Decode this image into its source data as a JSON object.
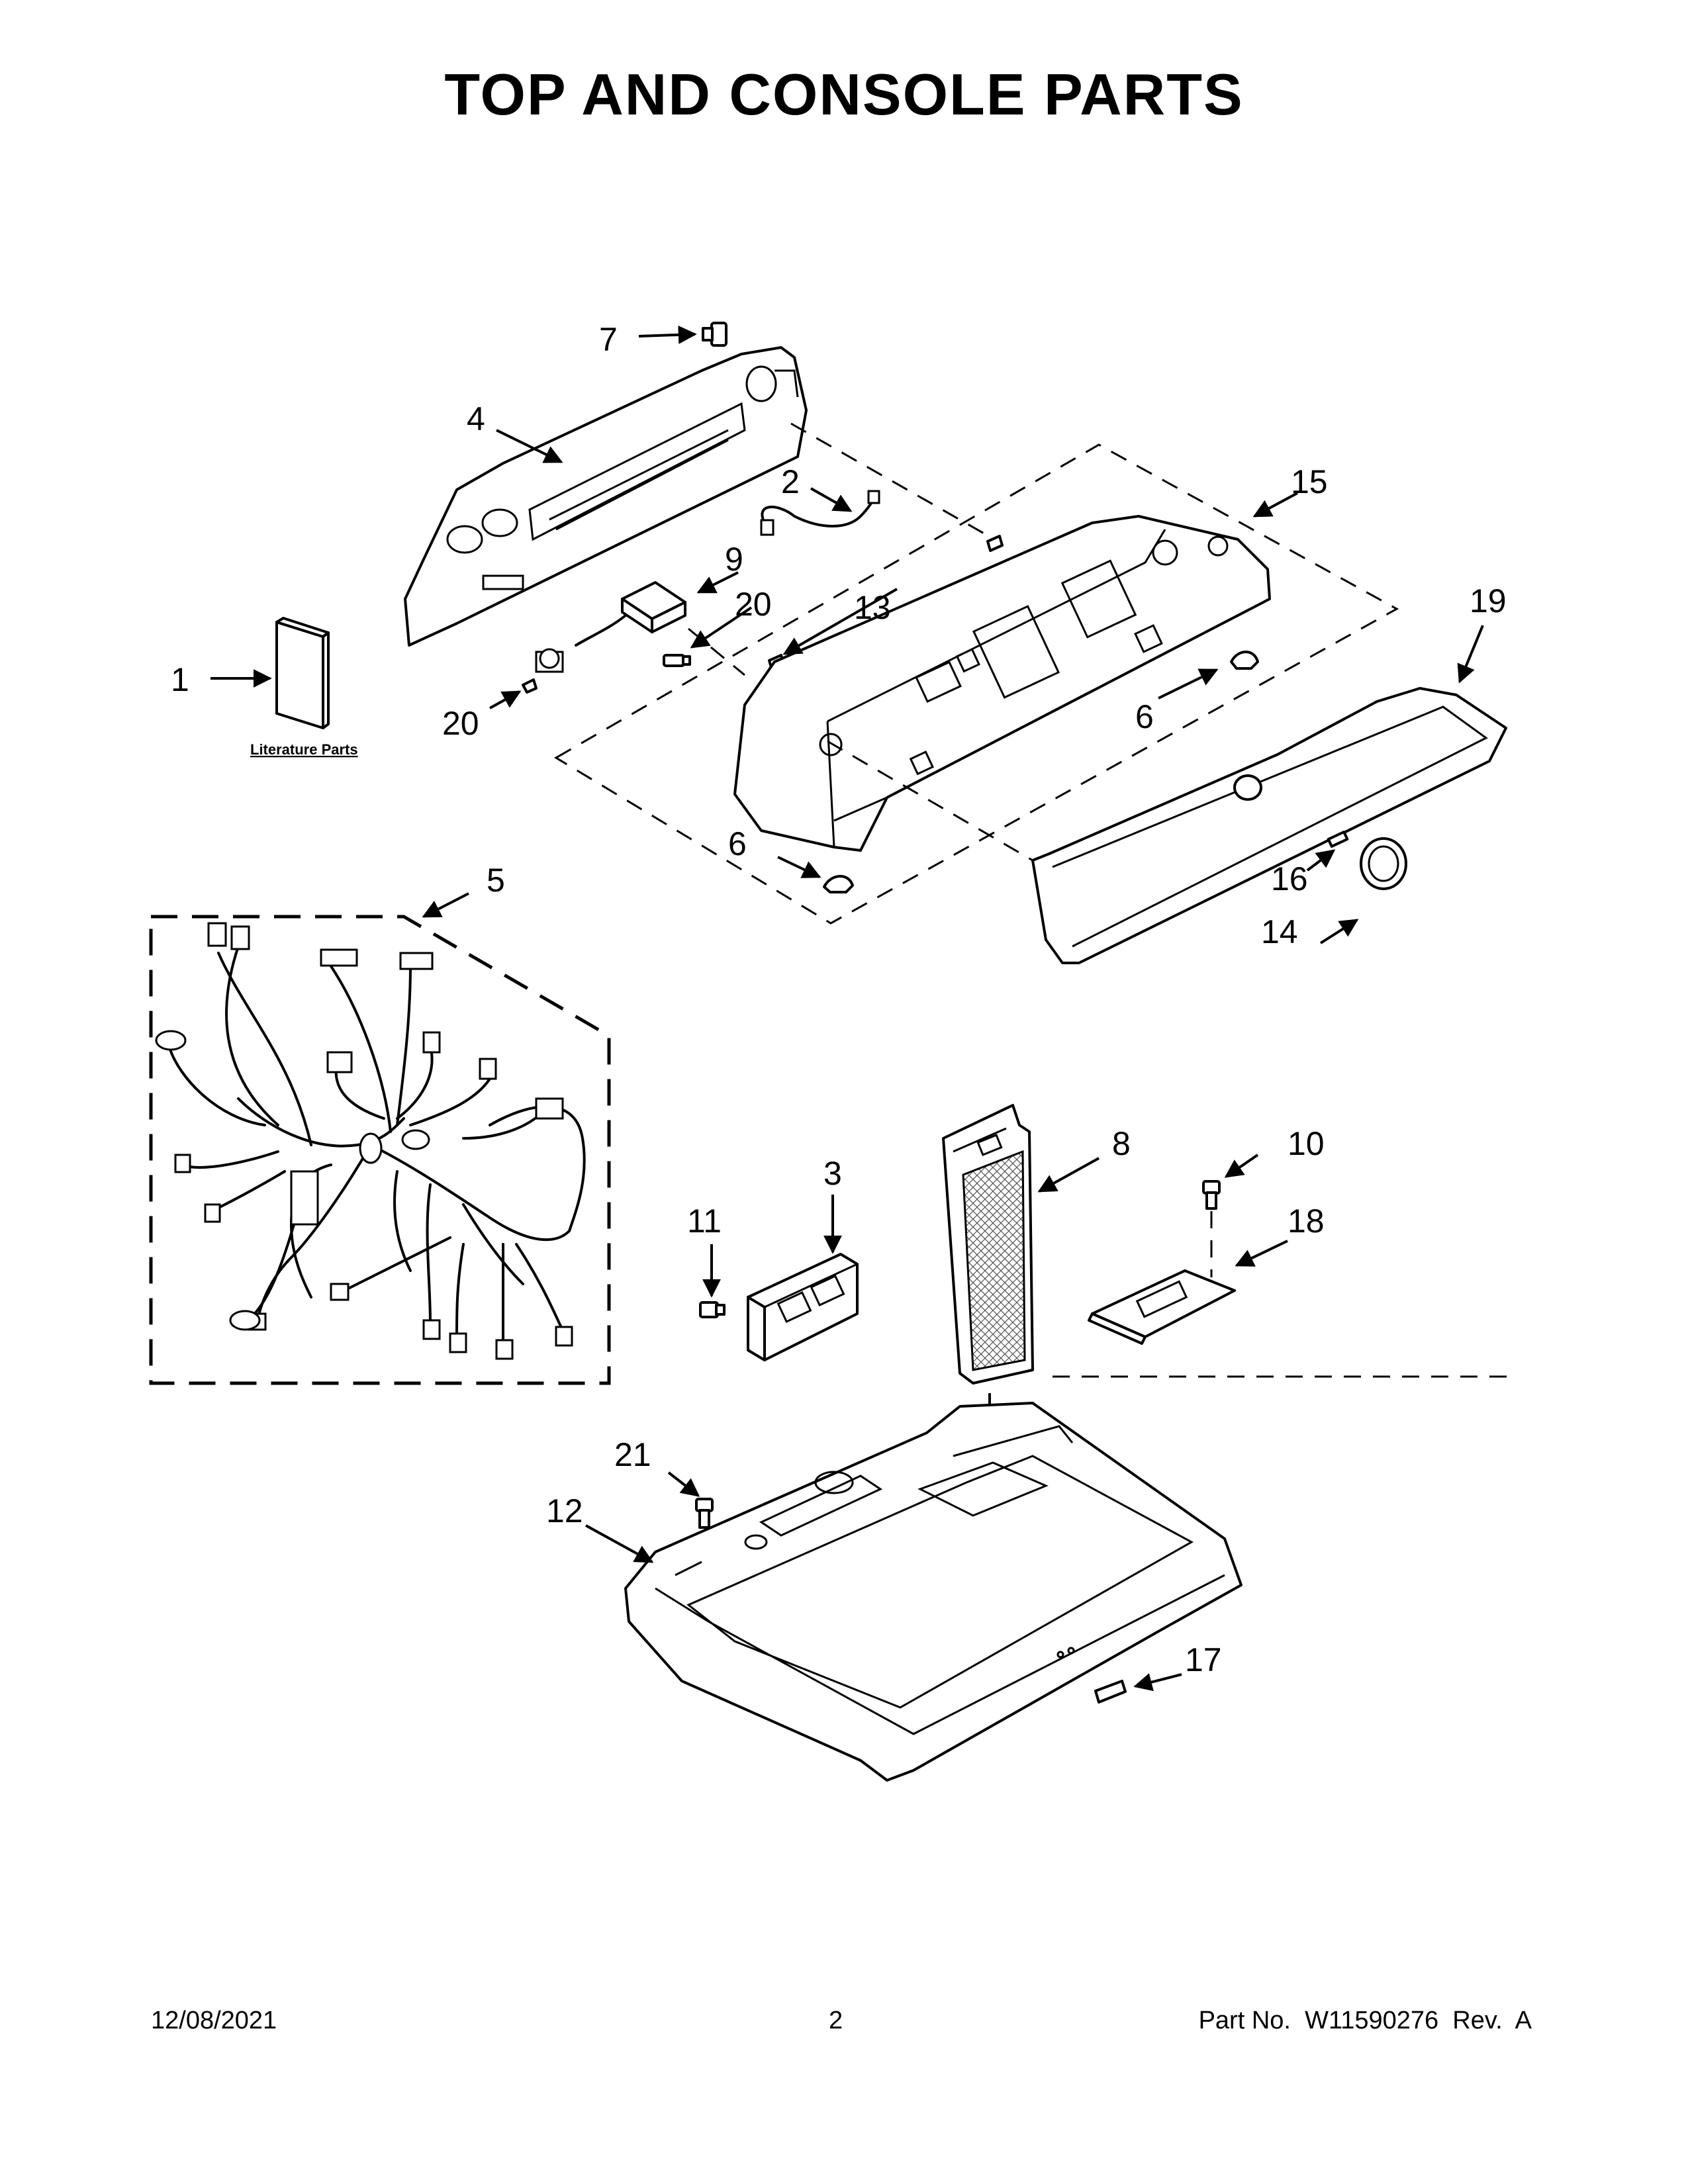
{
  "title": "TOP AND CONSOLE PARTS",
  "literature_label": "Literature Parts",
  "callouts": [
    "1",
    "2",
    "3",
    "4",
    "5",
    "6",
    "6",
    "7",
    "8",
    "9",
    "10",
    "11",
    "12",
    "13",
    "14",
    "15",
    "16",
    "17",
    "18",
    "19",
    "20",
    "20",
    "21"
  ],
  "footer": {
    "date": "12/08/2021",
    "page": "2",
    "part": "Part No.  W11590276  Rev.  A"
  }
}
